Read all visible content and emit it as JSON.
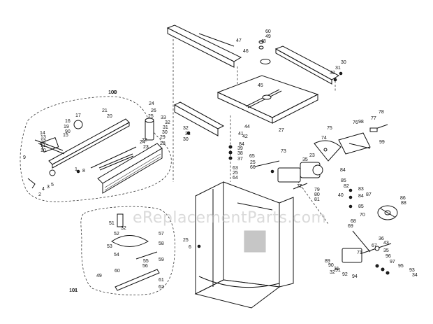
{
  "watermark": "eReplacementParts.com",
  "groups": [
    {
      "id": "100",
      "label": "100"
    },
    {
      "id": "101",
      "label": "101"
    }
  ],
  "part_labels": [
    "47",
    "60",
    "49",
    "48",
    "46",
    "30",
    "31",
    "32",
    "45",
    "27",
    "33",
    "32",
    "31",
    "30",
    "29",
    "28",
    "32",
    "31",
    "30",
    "44",
    "42",
    "41",
    "84",
    "39",
    "38",
    "37",
    "78",
    "77",
    "76",
    "98",
    "75",
    "99",
    "74",
    "73",
    "35",
    "23",
    "84",
    "85",
    "82",
    "40",
    "72",
    "79",
    "80",
    "81",
    "65",
    "25",
    "66",
    "63",
    "25",
    "64",
    "83",
    "84",
    "85",
    "87",
    "86",
    "88",
    "100",
    "24",
    "26",
    "25",
    "17",
    "21",
    "20",
    "16",
    "19",
    "90",
    "15",
    "14",
    "13",
    "12",
    "11",
    "10",
    "9",
    "8",
    "5",
    "3",
    "4",
    "2",
    "1",
    "24",
    "23",
    "22",
    "51",
    "32",
    "52",
    "57",
    "58",
    "53",
    "55",
    "56",
    "59",
    "54",
    "60",
    "49",
    "61",
    "62",
    "101",
    "25",
    "6",
    "68",
    "69",
    "70",
    "71",
    "67",
    "36",
    "43",
    "34",
    "89",
    "90",
    "91",
    "92",
    "93",
    "94",
    "95",
    "96",
    "97",
    "32",
    "31",
    "35"
  ]
}
